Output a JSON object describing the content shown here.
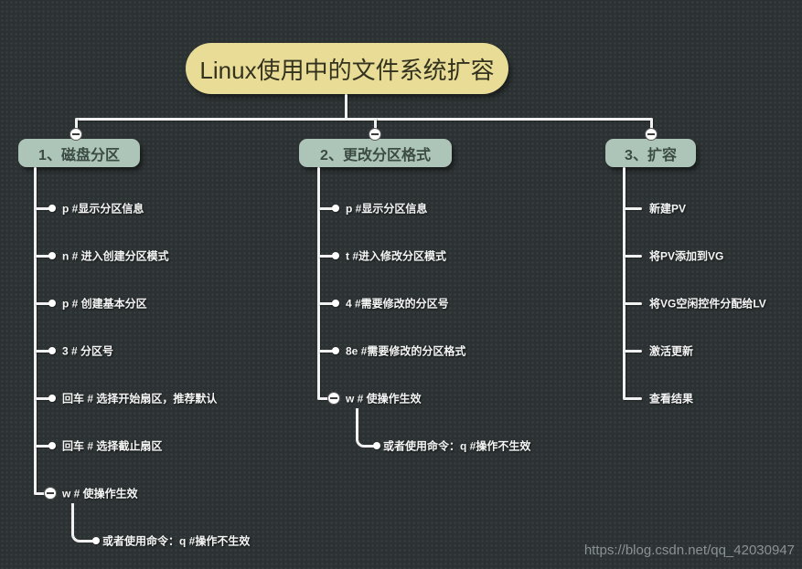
{
  "title": "Linux使用中的文件系统扩容",
  "watermark": "https://blog.csdn.net/qq_42030947",
  "colors": {
    "background": "#2c3233",
    "root_fill": "#e8dc96",
    "branch_fill": "#adc5b9",
    "connector": "#f1f1f1",
    "item_text": "#f5f5f5",
    "watermark_text": "#8b9294"
  },
  "icons": {
    "collapse_toggle": "minus-circle"
  },
  "branches": [
    {
      "label": "1、磁盘分区",
      "items": [
        {
          "label": "p #显示分区信息"
        },
        {
          "label": "n # 进入创建分区模式"
        },
        {
          "label": "p # 创建基本分区"
        },
        {
          "label": "3 # 分区号"
        },
        {
          "label": "回车 # 选择开始扇区，推荐默认"
        },
        {
          "label": "回车 # 选择截止扇区"
        },
        {
          "label": "w # 使操作生效",
          "children": [
            {
              "label": "或者使用命令：q #操作不生效"
            }
          ]
        }
      ]
    },
    {
      "label": "2、更改分区格式",
      "items": [
        {
          "label": "p #显示分区信息"
        },
        {
          "label": "t #进入修改分区模式"
        },
        {
          "label": "4 #需要修改的分区号"
        },
        {
          "label": "8e #需要修改的分区格式"
        },
        {
          "label": "w # 使操作生效",
          "children": [
            {
              "label": "或者使用命令：q #操作不生效"
            }
          ]
        }
      ]
    },
    {
      "label": "3、扩容",
      "items": [
        {
          "label": "新建PV"
        },
        {
          "label": "将PV添加到VG"
        },
        {
          "label": "将VG空闲控件分配给LV"
        },
        {
          "label": "激活更新"
        },
        {
          "label": "查看结果"
        }
      ]
    }
  ]
}
